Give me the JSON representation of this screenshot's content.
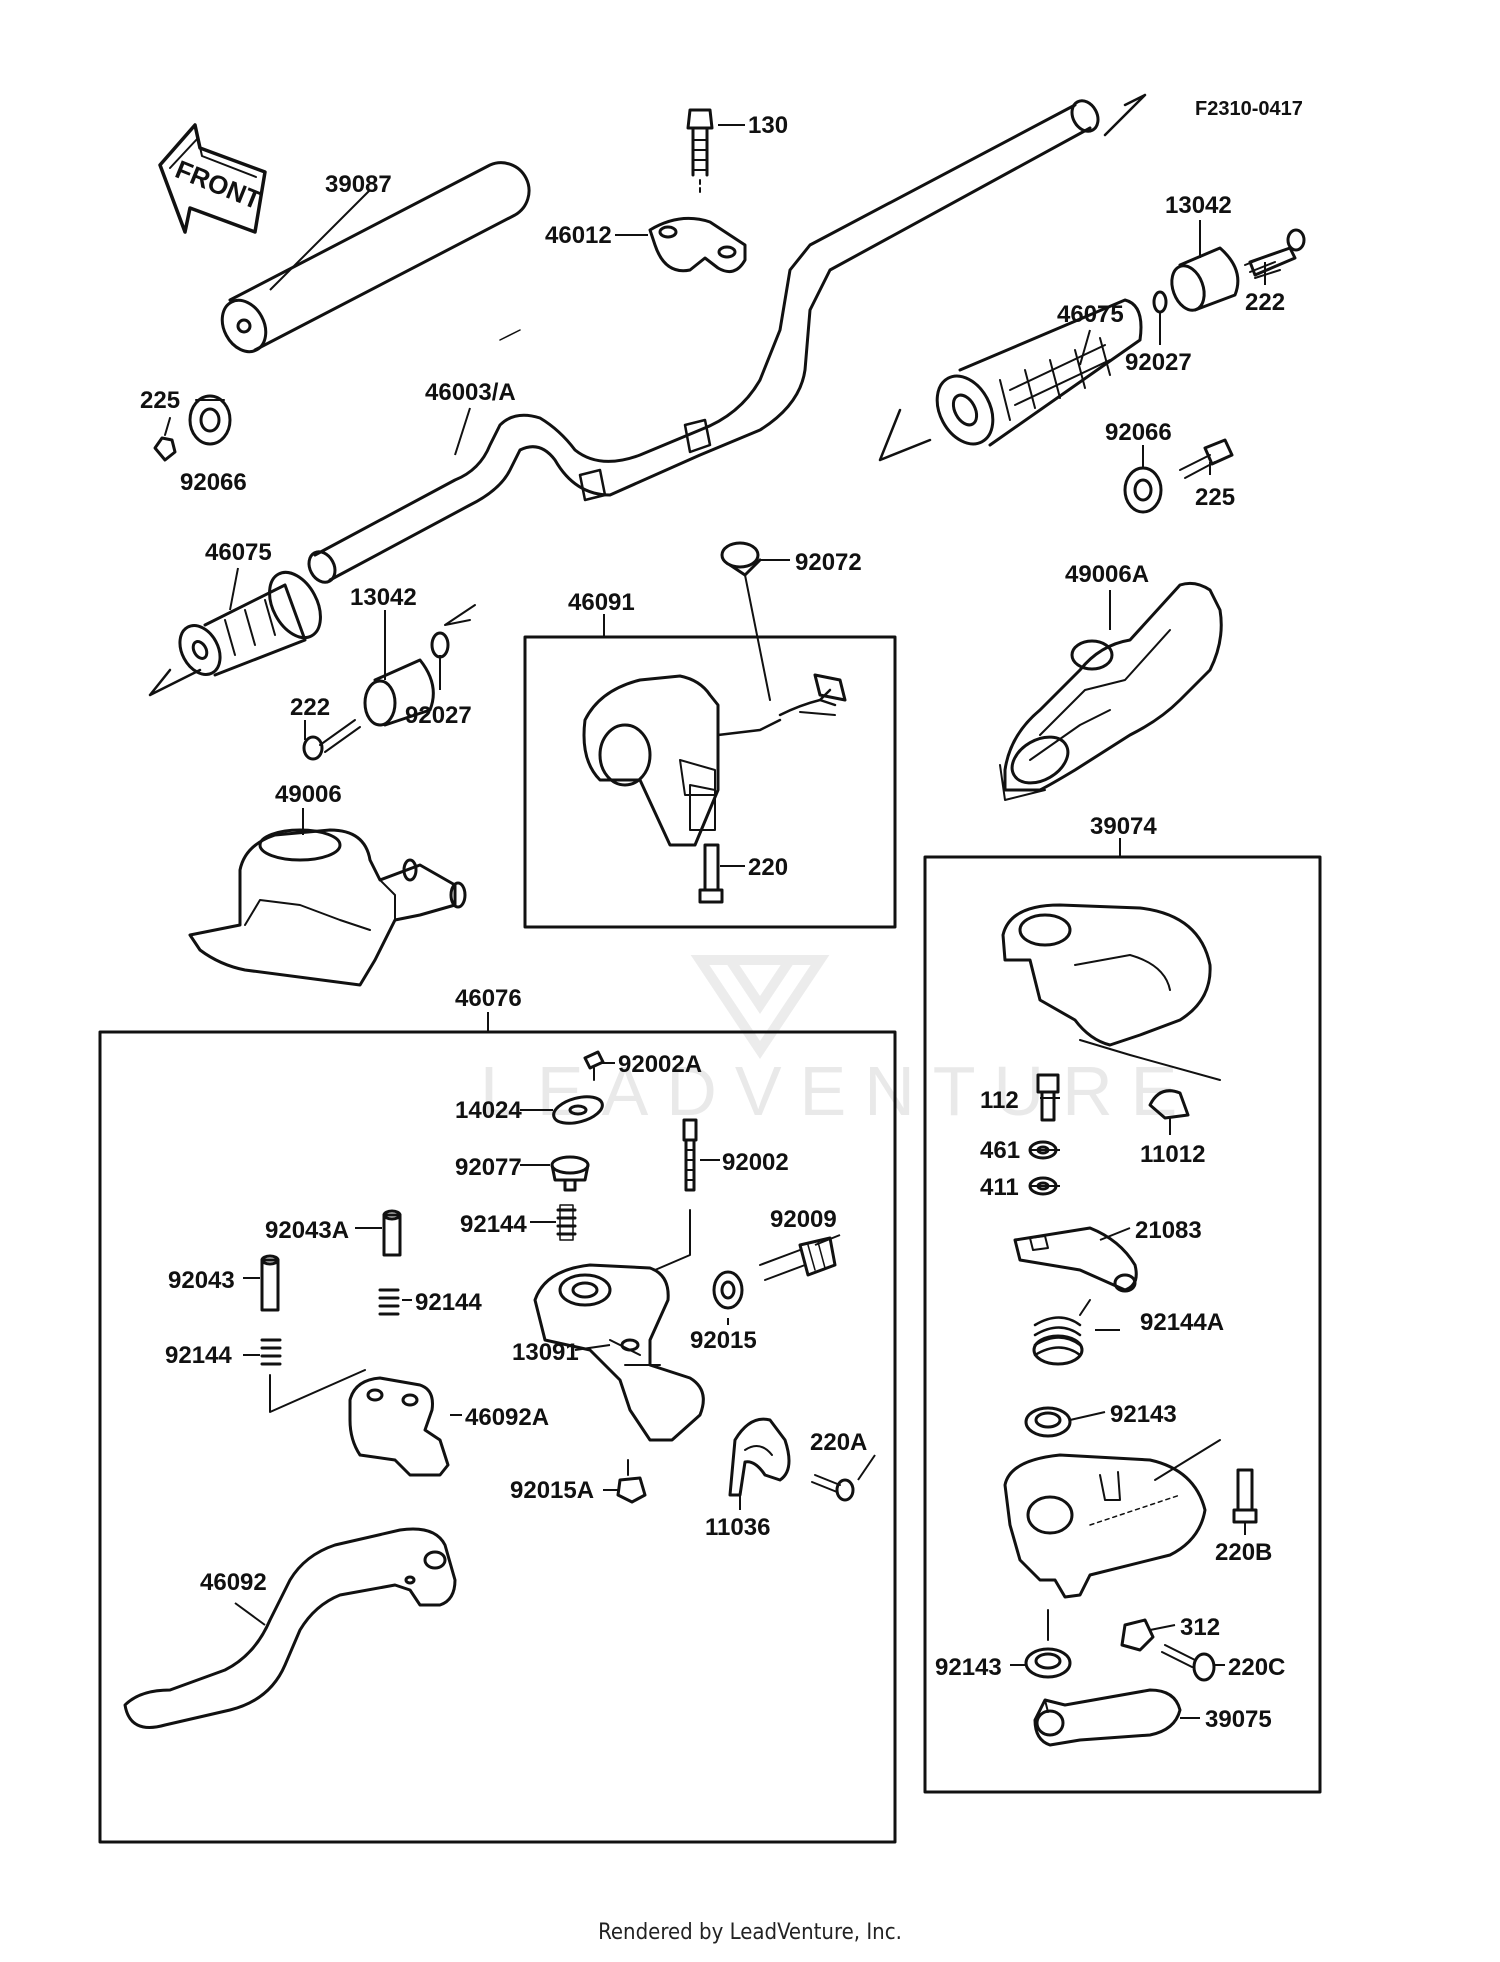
{
  "figure": {
    "code": "F2310-0417",
    "front_label": "FRONT"
  },
  "watermark": "LEADVENTURE",
  "footer": "Rendered by LeadVenture, Inc.",
  "parts": {
    "p130": "130",
    "p39087": "39087",
    "p46012": "46012",
    "p13042_r": "13042",
    "p222_r": "222",
    "p46075_r": "46075",
    "p92027_r": "92027",
    "p225_l": "225",
    "p92066_l": "92066",
    "p46003": "46003/A",
    "p92066_r": "92066",
    "p225_r": "225",
    "p46075_l": "46075",
    "p13042_l": "13042",
    "p92072": "92072",
    "p49006A": "49006A",
    "p46091": "46091",
    "p222_l": "222",
    "p92027_l": "92027",
    "p49006": "49006",
    "p220": "220",
    "p39074": "39074",
    "p46076": "46076",
    "p92002A": "92002A",
    "p14024": "14024",
    "p112": "112",
    "p11012": "11012",
    "p92077": "92077",
    "p92002": "92002",
    "p461": "461",
    "p411": "411",
    "p92144_a": "92144",
    "p92043A": "92043A",
    "p92009": "92009",
    "p21083": "21083",
    "p92043": "92043",
    "p92144_b": "92144",
    "p92015": "92015",
    "p92144A": "92144A",
    "p92144_c": "92144",
    "p13091": "13091",
    "p46092A": "46092A",
    "p92143_a": "92143",
    "p220A": "220A",
    "p92015A": "92015A",
    "p11036": "11036",
    "p220B": "220B",
    "p46092": "46092",
    "p312": "312",
    "p220C": "220C",
    "p92143_b": "92143",
    "p39075": "39075"
  }
}
